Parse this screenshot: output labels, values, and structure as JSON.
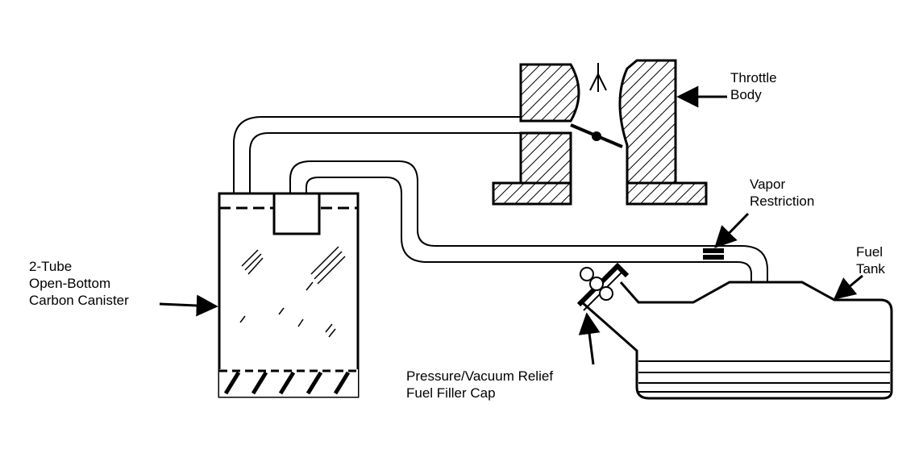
{
  "labels": {
    "canister": [
      "2-Tube",
      "Open-Bottom",
      "Carbon Canister"
    ],
    "throttle": [
      "Throttle",
      "Body"
    ],
    "vapor": [
      "Vapor",
      "Restriction"
    ],
    "tank": [
      "Fuel",
      "Tank"
    ],
    "cap": [
      "Pressure/Vacuum Relief",
      "Fuel Filler Cap"
    ]
  },
  "colors": {
    "ink": "#000000",
    "paper": "#ffffff"
  }
}
